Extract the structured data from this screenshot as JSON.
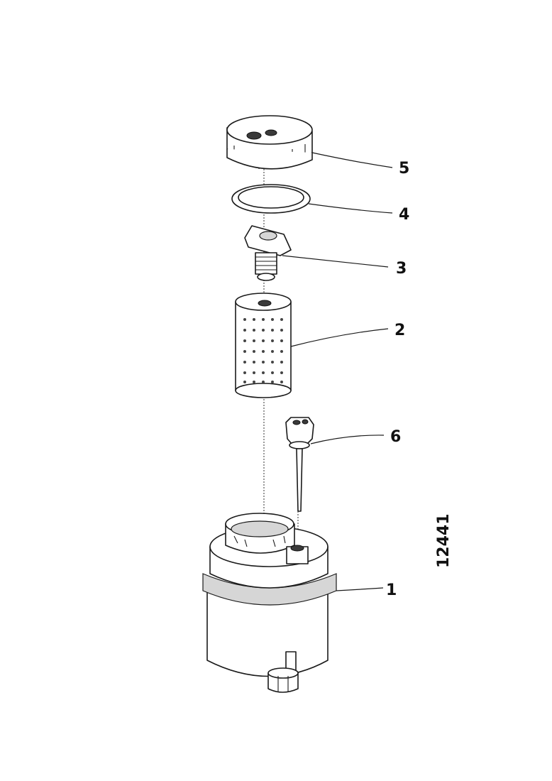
{
  "diagram": {
    "callouts": {
      "part1": "1",
      "part2": "2",
      "part3": "3",
      "part4": "4",
      "part5": "5",
      "part6": "6"
    },
    "drawing_number": "12441"
  },
  "colors": {
    "line": "#1a1a1a",
    "background": "#ffffff",
    "shade": "#d6d6d6"
  }
}
